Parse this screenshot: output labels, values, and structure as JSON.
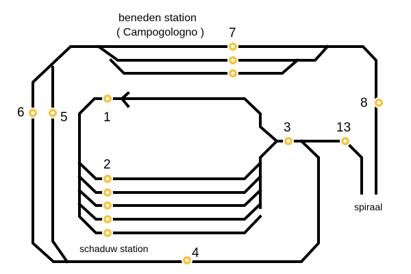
{
  "texts": {
    "upper_station_name": "beneden station",
    "upper_station_sub": "( Campogologno )",
    "shadow_station": "schaduw station",
    "spiral": "spiraal"
  },
  "sensor_labels": {
    "s1": "1",
    "s2": "2",
    "s3": "3",
    "s4": "4",
    "s5": "5",
    "s6": "6",
    "s7": "7",
    "s8": "8",
    "s13": "13"
  },
  "colors": {
    "track": "#000000",
    "sensor": "#f5c542"
  }
}
